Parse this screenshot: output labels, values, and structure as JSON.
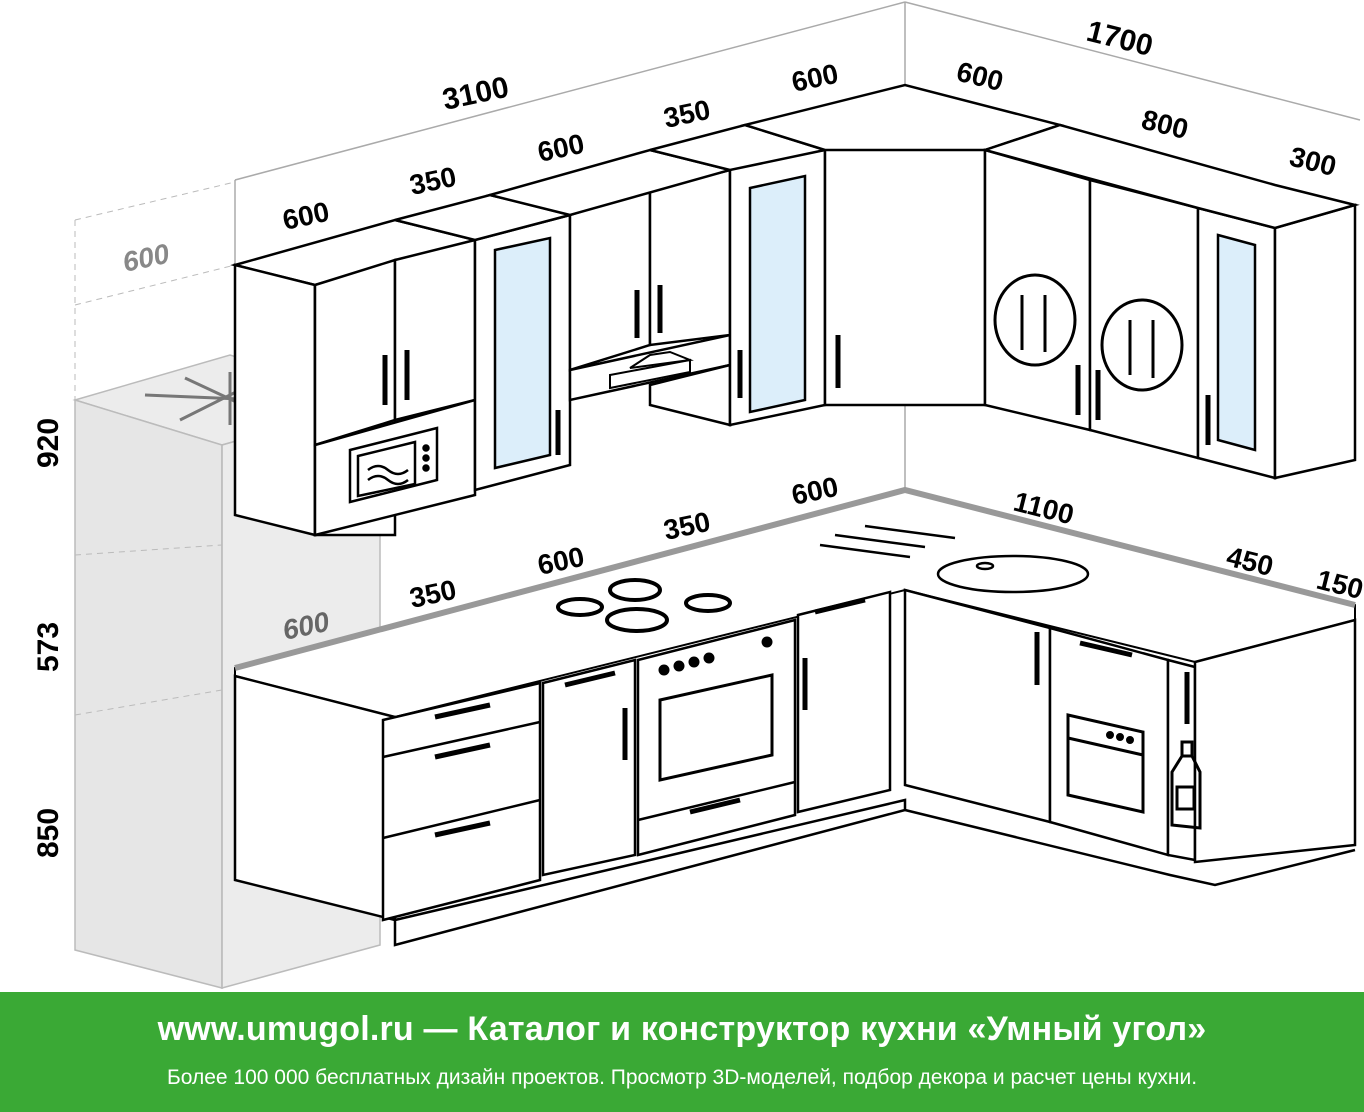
{
  "dimensions": {
    "upper_total_back": "3100",
    "upper_total_side": "1700",
    "upper_back": [
      "600",
      "350",
      "600",
      "350",
      "600"
    ],
    "upper_side": [
      "600",
      "800",
      "300"
    ],
    "fridge_depth_upper": "600",
    "counter_back": [
      "600",
      "350",
      "600",
      "350",
      "600"
    ],
    "counter_side": [
      "1100",
      "450",
      "150"
    ],
    "heights": [
      "920",
      "573",
      "850"
    ]
  },
  "banner": {
    "title": "www.umugol.ru — Каталог и конструктор кухни «Умный угол»",
    "subtitle": "Более 100 000 бесплатных дизайн проектов. Просмотр 3D-моделей, подбор декора и расчет цены кухни."
  },
  "colors": {
    "banner_bg": "#3aa935",
    "line": "#000000",
    "counter_edge": "#999999",
    "glass": "#dceefa",
    "fridge_fill": "#e6e6e6",
    "gray_label": "#888888"
  }
}
